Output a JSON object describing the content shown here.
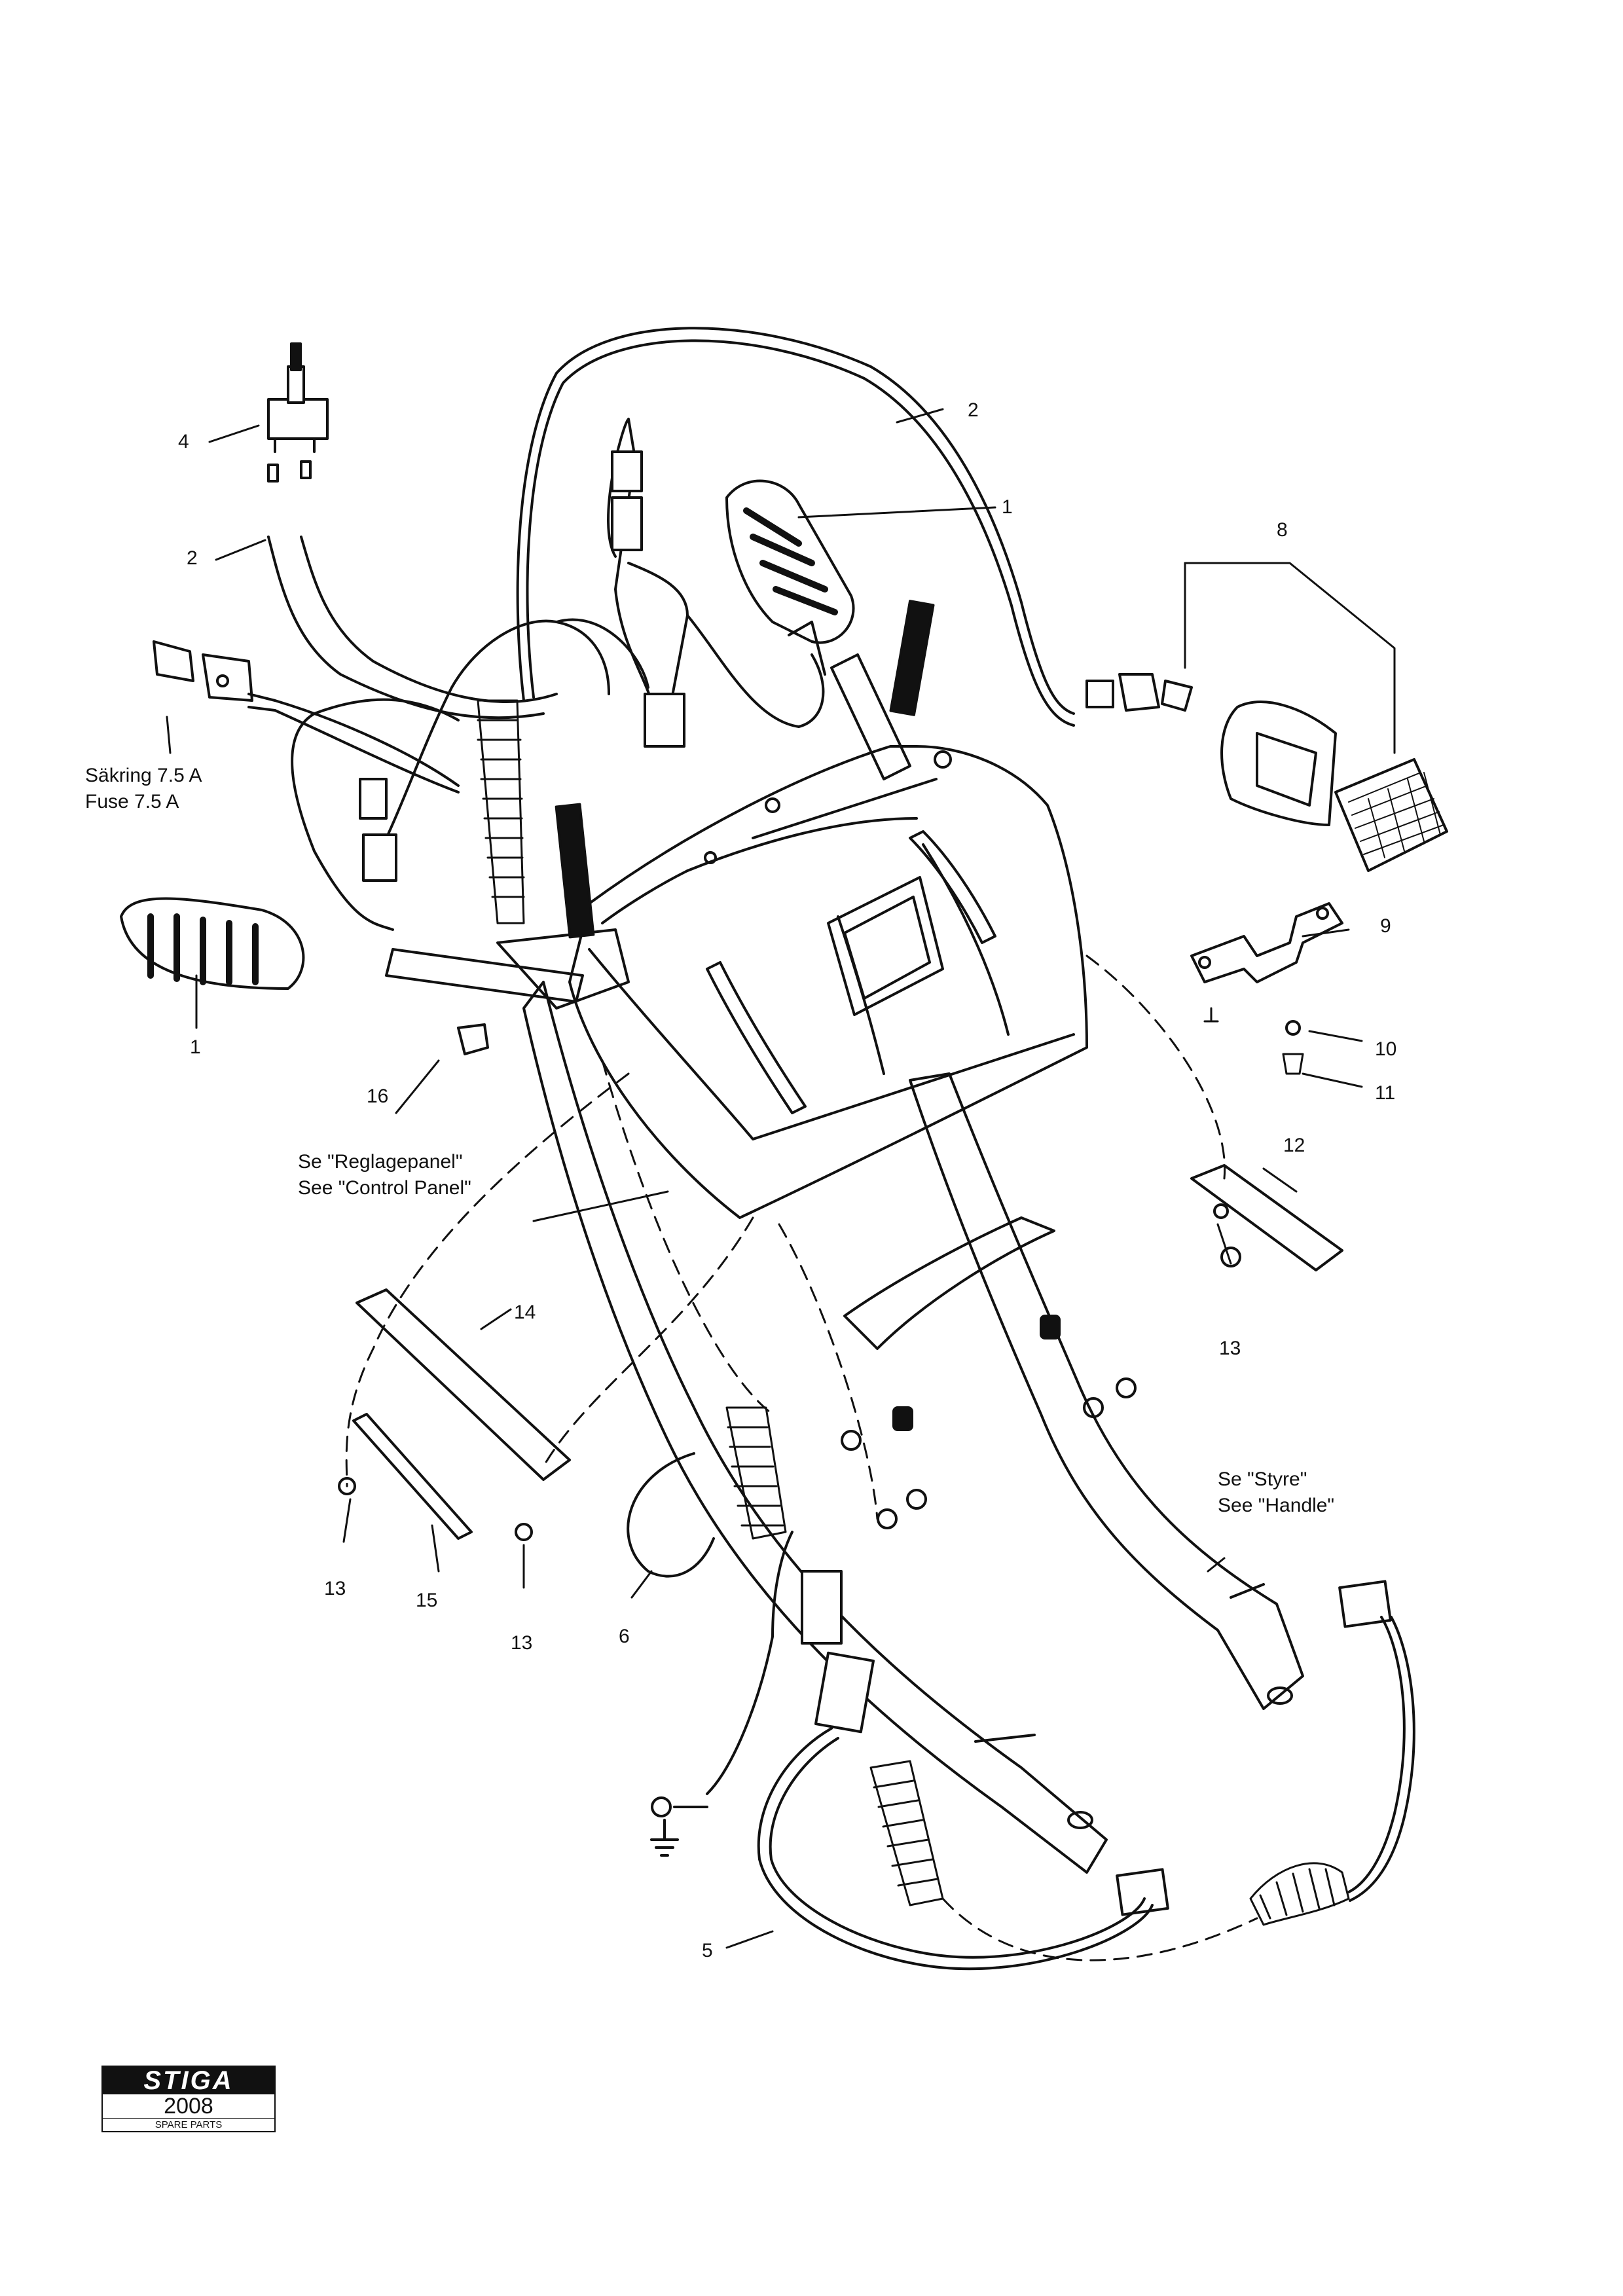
{
  "labels": {
    "item_1_right": "1",
    "item_1_left": "1",
    "item_2_top": "2",
    "item_2_left": "2",
    "item_4": "4",
    "item_5": "5",
    "item_6": "6",
    "item_8": "8",
    "item_9": "9",
    "item_10": "10",
    "item_11": "11",
    "item_12": "12",
    "item_13_right": "13",
    "item_13_left": "13",
    "item_13_mid": "13",
    "item_14": "14",
    "item_15": "15",
    "item_16": "16"
  },
  "notes": {
    "fuse_sv": "Säkring 7.5 A",
    "fuse_en": "Fuse 7.5 A",
    "control_panel_sv": "Se \"Reglagepanel\"",
    "control_panel_en": "See \"Control Panel\"",
    "handle_sv": "Se \"Styre\"",
    "handle_en": "See \"Handle\""
  },
  "logo": {
    "brand": "STIGA",
    "year": "2008",
    "subtitle": "SPARE PARTS"
  }
}
